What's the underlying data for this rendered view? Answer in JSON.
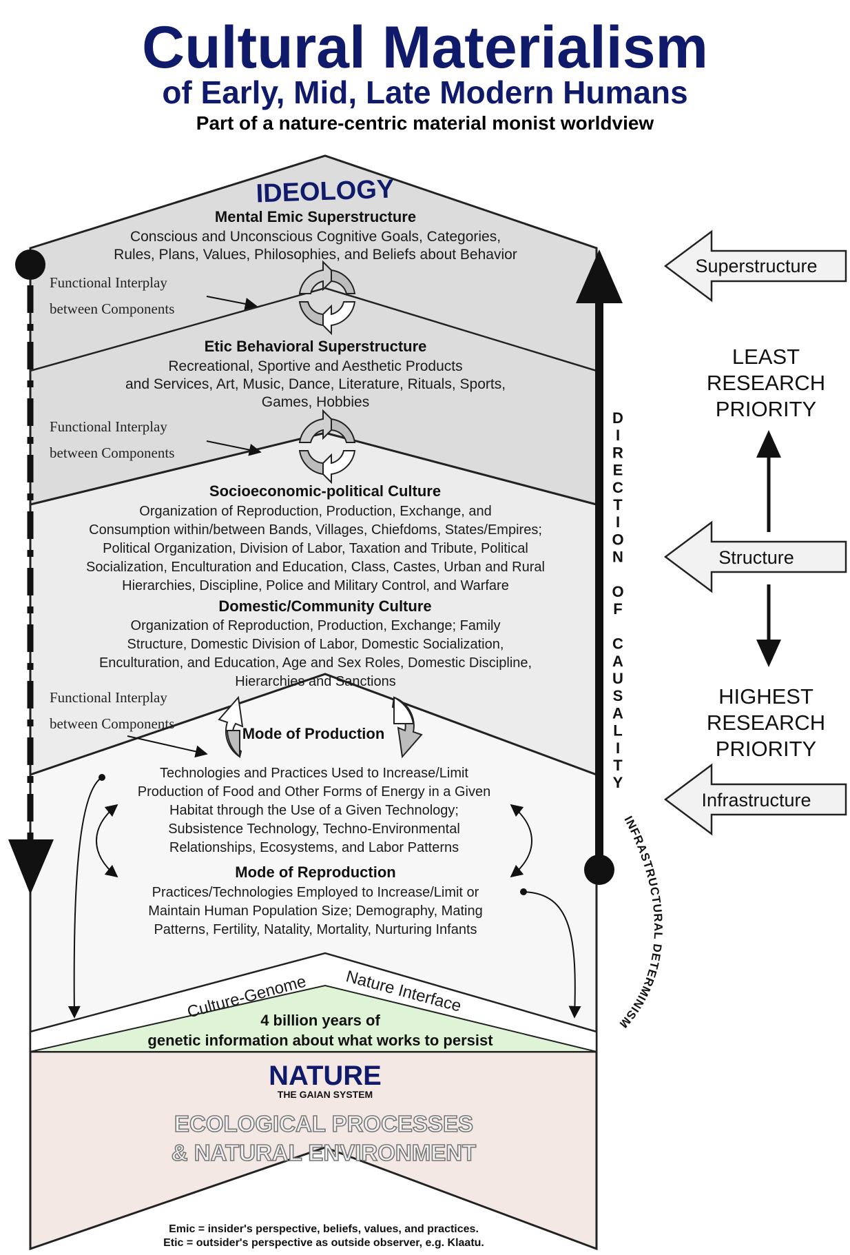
{
  "header": {
    "title": "Cultural Materialism",
    "subtitle": "of Early, Mid, Late Modern Humans",
    "tagline": "Part of a nature-centric material monist worldview"
  },
  "colors": {
    "title_navy": "#101a6b",
    "ideology_band": "#dcdcdc",
    "structure_band": "#ececec",
    "infrastructure_band": "#f7f7f7",
    "genome_band": "#dff3d6",
    "nature_band": "#f4e8e4"
  },
  "ideology": {
    "label": "IDEOLOGY",
    "emic_heading": "Mental Emic Superstructure",
    "emic_lines": [
      "Conscious and Unconscious Cognitive Goals, Categories,",
      "Rules, Plans, Values, Philosophies, and Beliefs about Behavior"
    ]
  },
  "interplay": {
    "line1": "Functional Interplay",
    "line2": "between Components"
  },
  "etic": {
    "heading": "Etic Behavioral Superstructure",
    "lines": [
      "Recreational, Sportive and Aesthetic Products",
      "and Services, Art, Music, Dance, Literature, Rituals, Sports,",
      "Games, Hobbies"
    ]
  },
  "socio": {
    "heading": "Socioeconomic-political Culture",
    "lines": [
      "Organization of Reproduction, Production, Exchange, and",
      "Consumption within/between Bands, Villages, Chiefdoms, States/Empires;",
      "Political Organization, Division of Labor, Taxation and Tribute, Political",
      "Socialization, Enculturation and Education, Class, Castes, Urban and Rural",
      "Hierarchies, Discipline, Police and Military Control, and Warfare"
    ]
  },
  "domestic": {
    "heading": "Domestic/Community Culture",
    "lines": [
      "Organization of Reproduction, Production, Exchange; Family",
      "Structure, Domestic Division of Labor, Domestic Socialization,",
      "Enculturation, and Education, Age and Sex Roles, Domestic Discipline,",
      "Hierarchies and Sanctions"
    ]
  },
  "production": {
    "heading": "Mode of Production",
    "lines": [
      "Technologies and Practices Used to Increase/Limit",
      "Production of Food and Other Forms of Energy in a Given",
      "Habitat through the Use of a Given Technology;",
      "Subsistence Technology, Techno-Environmental",
      "Relationships, Ecosystems, and Labor Patterns"
    ]
  },
  "reproduction": {
    "heading": "Mode of Reproduction",
    "lines": [
      "Practices/Technologies Employed to Increase/Limit or",
      "Maintain Human Population Size; Demography, Mating",
      "Patterns, Fertility, Natality, Mortality, Nurturing Infants"
    ]
  },
  "interface": {
    "left": "Culture-Genome",
    "right": "Nature Interface"
  },
  "genome": {
    "line1": "4 billion years of",
    "line2": "genetic information about what works to persist"
  },
  "nature": {
    "title": "NATURE",
    "subtitle": "THE GAIAN SYSTEM",
    "outline_line1": "ECOLOGICAL PROCESSES",
    "outline_line2": "& NATURAL ENVIRONMENT"
  },
  "causality": {
    "letters": [
      "D",
      "I",
      "R",
      "E",
      "C",
      "T",
      "I",
      "O",
      "N",
      "",
      "O",
      "F",
      "",
      "C",
      "A",
      "U",
      "S",
      "A",
      "L",
      "I",
      "T",
      "Y"
    ],
    "determinism": "INFRASTRUCTURAL DETERMINISM"
  },
  "sidebar": {
    "superstructure": "Superstructure",
    "least": [
      "LEAST",
      "RESEARCH",
      "PRIORITY"
    ],
    "structure": "Structure",
    "highest": [
      "HIGHEST",
      "RESEARCH",
      "PRIORITY"
    ],
    "infrastructure": "Infrastructure"
  },
  "footer": {
    "emic_note": "Emic = insider's perspective, beliefs, values, and practices.",
    "etic_note": "Etic = outsider's perspective as outside observer, e.g. Klaatu."
  }
}
